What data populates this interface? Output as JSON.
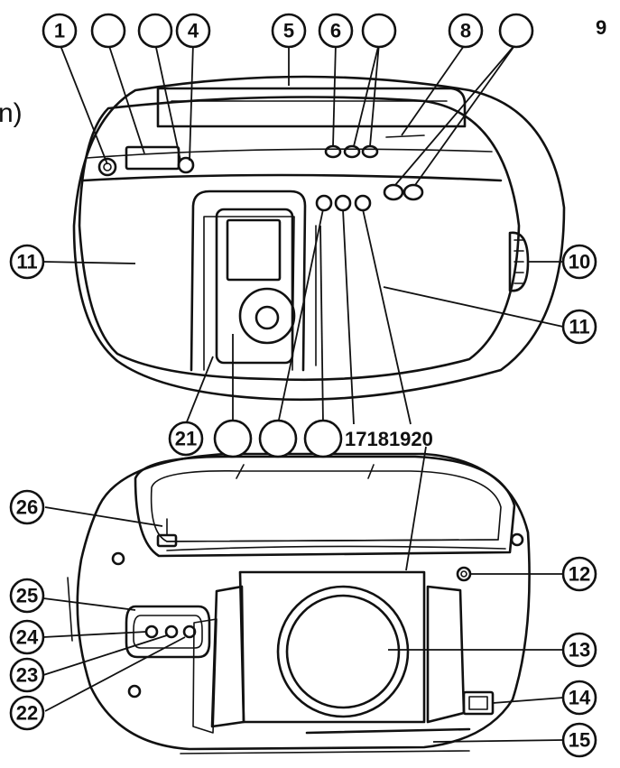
{
  "page": {
    "corner_number": "9",
    "side_text": "n)",
    "bottom_row_text": "17181920"
  },
  "callouts_top": [
    {
      "id": "c1",
      "label": "1"
    },
    {
      "id": "c2",
      "label": ""
    },
    {
      "id": "c3",
      "label": ""
    },
    {
      "id": "c4",
      "label": "4"
    },
    {
      "id": "c5",
      "label": "5"
    },
    {
      "id": "c6",
      "label": "6"
    },
    {
      "id": "c7",
      "label": ""
    },
    {
      "id": "c8",
      "label": "8"
    },
    {
      "id": "c9",
      "label": ""
    }
  ],
  "callouts_side": [
    {
      "id": "c11a",
      "label": "11"
    },
    {
      "id": "c10",
      "label": "10"
    },
    {
      "id": "c11b",
      "label": "11"
    }
  ],
  "callouts_middle": [
    {
      "id": "c21",
      "label": "21"
    },
    {
      "id": "cm1",
      "label": ""
    },
    {
      "id": "cm2",
      "label": ""
    },
    {
      "id": "cm3",
      "label": ""
    }
  ],
  "callouts_rear": [
    {
      "id": "c26",
      "label": "26"
    },
    {
      "id": "c12",
      "label": "12"
    },
    {
      "id": "c25",
      "label": "25"
    },
    {
      "id": "c24",
      "label": "24"
    },
    {
      "id": "c13",
      "label": "13"
    },
    {
      "id": "c23",
      "label": "23"
    },
    {
      "id": "c14",
      "label": "14"
    },
    {
      "id": "c22",
      "label": "22"
    },
    {
      "id": "c15",
      "label": "15"
    }
  ]
}
